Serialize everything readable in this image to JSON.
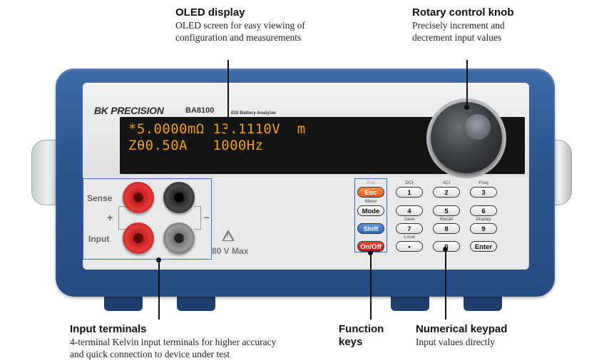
{
  "annotations": {
    "oled": {
      "title": "OLED display",
      "line1": "OLED screen for easy viewing of",
      "line2": "configuration and measurements"
    },
    "knob": {
      "title": "Rotary control knob",
      "line1": "Precisely increment and",
      "line2": "decrement input values"
    },
    "terminals": {
      "title": "Input terminals",
      "line1": "4-terminal Kelvin input terminals for higher accuracy",
      "line2": "and quick connection to device under test"
    },
    "function": {
      "title_line1": "Function",
      "title_line2": "keys"
    },
    "keypad": {
      "title": "Numerical keypad",
      "line1": "Input values directly"
    }
  },
  "device": {
    "brand": "BK PRECISION",
    "model": "BA8100",
    "subtitle": "EIS Battery Analyzer",
    "display_line1": "*5.0000mΩ 13.1110V  m",
    "display_line2": "Zθ0.50A   1000Hz",
    "labels": {
      "sense": "Sense",
      "input": "Input",
      "plus": "+",
      "minus": "–",
      "warning_symbol": "!",
      "voltage_max": "80 V Max"
    }
  },
  "function_keys": [
    {
      "above": "Prot",
      "label": "Esc",
      "style": "orange"
    },
    {
      "above": "Menu",
      "label": "Mode",
      "style": "white"
    },
    {
      "above": "",
      "label": "Shift",
      "style": "blue"
    },
    {
      "above": "",
      "label": "On/Off",
      "style": "red"
    }
  ],
  "keypad": [
    {
      "above": "DCI",
      "label": "1"
    },
    {
      "above": "ACI",
      "label": "2"
    },
    {
      "above": "Freq",
      "label": "3"
    },
    {
      "above": "",
      "label": "4"
    },
    {
      "above": "",
      "label": "5"
    },
    {
      "above": "",
      "label": "6"
    },
    {
      "above": "Save",
      "label": "7"
    },
    {
      "above": "Recall",
      "label": "8"
    },
    {
      "above": "Display",
      "label": "9"
    },
    {
      "above": "Local",
      "label": "•"
    },
    {
      "above": "",
      "label": "0"
    },
    {
      "above": "",
      "label": "Enter"
    }
  ],
  "colors": {
    "bezel": "#2d568f",
    "oled_text": "#f0a020",
    "panel": "#e7e9ea",
    "callout_box": "#3a6db0"
  }
}
